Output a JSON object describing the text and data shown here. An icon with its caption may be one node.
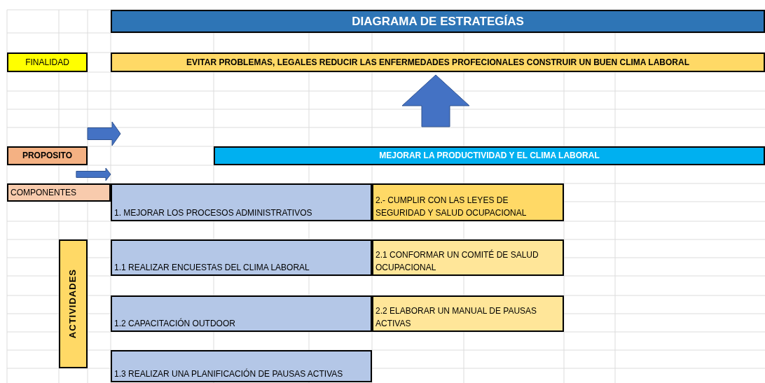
{
  "diagram": {
    "title": "DIAGRAMA DE ESTRATEGÍAS",
    "nodes": [
      {
        "text": [
          "FINALIDAD"
        ]
      },
      {
        "text": [
          "EVITAR PROBLEMAS, LEGALES REDUCIR LAS ENFERMEDADES PROFECIONALES CONSTRUIR UN BUEN CLIMA LABORAL"
        ]
      },
      {
        "text": [
          "PROPOSITO"
        ]
      },
      {
        "text": [
          "MEJORAR LA PRODUCTIVIDAD Y EL CLIMA LABORAL"
        ]
      },
      {
        "text": [
          "COMPONENTES"
        ]
      },
      {
        "text": [
          "1. MEJORAR LOS PROCESOS ADMINISTRATIVOS"
        ]
      },
      {
        "text": [
          "2.- CUMPLIR CON LAS LEYES DE SEGURIDAD Y SALUD OCUPACIONAL"
        ]
      },
      {
        "text": [
          "ACTIVIDADES"
        ]
      },
      {
        "text": [
          "1.1 REALIZAR ENCUESTAS DEL CLIMA LABORAL"
        ]
      },
      {
        "text": [
          "2.1 CONFORMAR UN COMITÉ DE SALUD OCUPACIONAL"
        ]
      },
      {
        "text": [
          "1.2 CAPACITACIÓN OUTDOOR"
        ]
      },
      {
        "text": [
          "2.2 ELABORAR UN MANUAL DE PAUSAS ACTIVAS"
        ]
      },
      {
        "text": [
          "1.3 REALIZAR UNA PLANIFICACIÓN DE PAUSAS ACTIVAS"
        ]
      }
    ],
    "edges": [
      {
        "from": 3,
        "to": 1,
        "arrow": "to",
        "style": "thick"
      },
      {
        "from": 2,
        "to": 4,
        "arrow": "to",
        "style": "thick"
      }
    ]
  }
}
